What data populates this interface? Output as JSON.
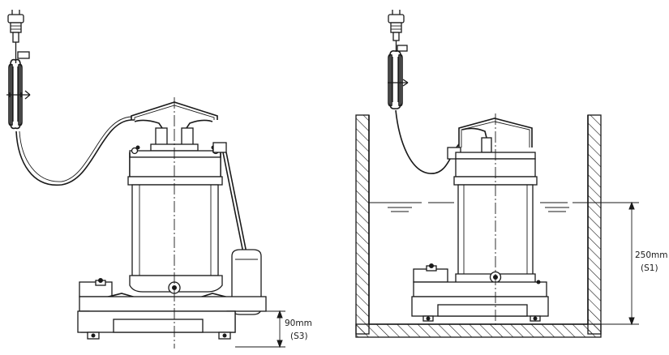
{
  "figure": {
    "left_pump": {
      "dimension_value": "90mm",
      "dimension_mode": "(S3)"
    },
    "right_pump": {
      "dimension_value": "250mm",
      "dimension_mode": "(S1)"
    },
    "line_color": "#1a1a1a",
    "background_color": "#ffffff"
  }
}
